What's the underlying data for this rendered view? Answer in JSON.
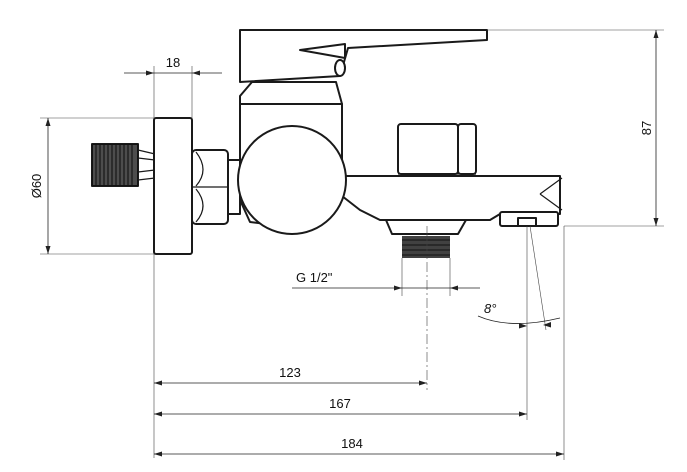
{
  "dimensions": {
    "d18": "18",
    "d87": "87",
    "d60": "Ø60",
    "thread": "G 1/2\"",
    "angle": "8°",
    "d123": "123",
    "d167": "167",
    "d184": "184"
  }
}
